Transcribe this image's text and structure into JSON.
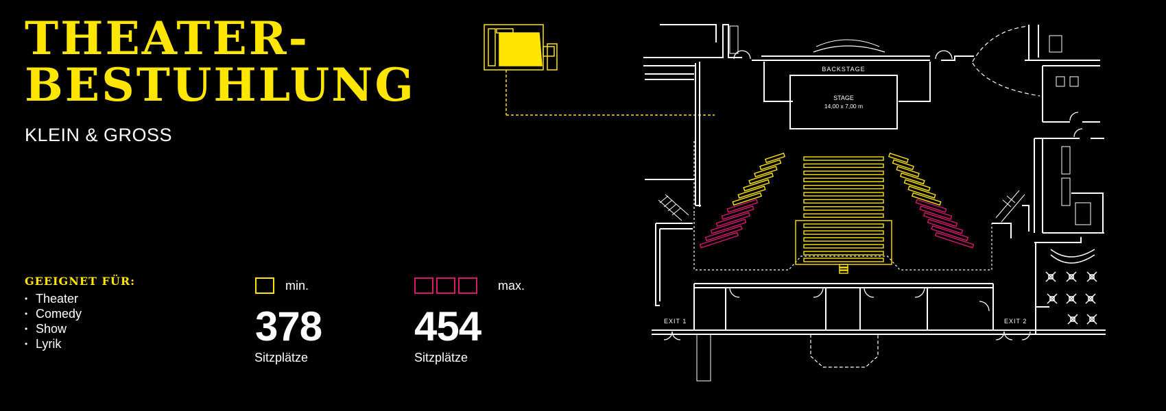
{
  "header": {
    "title_line1": "THEATER-",
    "title_line2": "BESTUHLUNG",
    "subtitle": "KLEIN & GROSS"
  },
  "suited": {
    "heading": "GEEIGNET FÜR:",
    "items": [
      "Theater",
      "Comedy",
      "Show",
      "Lyrik"
    ]
  },
  "stats": {
    "min": {
      "tag": "min.",
      "value": "378",
      "unit": "Sitzplätze",
      "color": "#ffe600"
    },
    "max": {
      "tag": "max.",
      "value": "454",
      "unit": "Sitzplätze",
      "color": "#d6186f"
    }
  },
  "plan": {
    "backstage": "BACKSTAGE",
    "stage_label": "STAGE",
    "stage_size": "14,00 x 7,00 m",
    "exit1": "EXIT 1",
    "exit2": "EXIT 2"
  },
  "colors": {
    "accent": "#ffe600",
    "max_accent": "#d6186f",
    "background": "#000000"
  }
}
